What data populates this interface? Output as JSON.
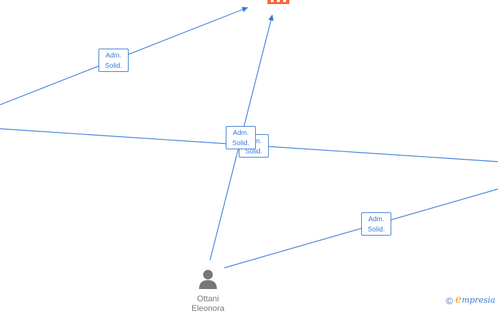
{
  "diagram": {
    "edges": [
      {
        "label_line1": "Adm.",
        "label_line2": "Solid."
      },
      {
        "label_line1": "Adm.",
        "label_line2": "Solid."
      },
      {
        "label_line1": "Adm.",
        "label_line2": "Solid."
      },
      {
        "label_line1": "Adm.",
        "label_line2": "Solid."
      }
    ],
    "person": {
      "name_line1": "Ottani",
      "name_line2": "Eleonora",
      "icon": "person-icon"
    },
    "company": {
      "icon": "building-icon",
      "color": "#f26b3a"
    },
    "line_color": "#3a7bd5"
  },
  "watermark": {
    "copyright": "©",
    "brand_first": "e",
    "brand_rest": "mpresia"
  }
}
